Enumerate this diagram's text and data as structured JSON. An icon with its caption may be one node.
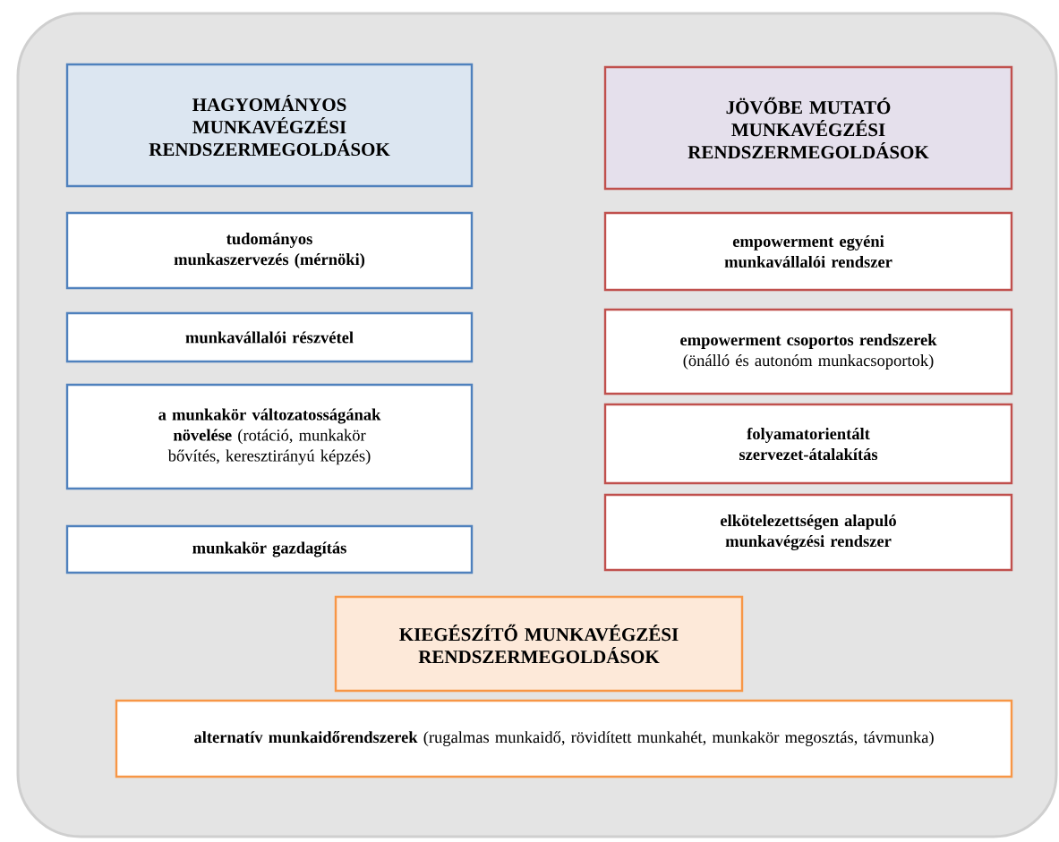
{
  "diagram": {
    "nodes": [
      {
        "text": [],
        "shape": "box"
      },
      {
        "text": [
          "HAGYOMÁNYOS MUNKAVÉGZÉSI RENDSZERMEGOLDÁSOK"
        ],
        "in": 0
      },
      {
        "text": [
          "tudományos munkaszervezés (mérnöki)"
        ],
        "in": 0
      },
      {
        "text": [
          "munkavállalói részvétel"
        ],
        "in": 0
      },
      {
        "text": [
          "**a munkakör változatosságának növelése** (rotáció, munkakör bővítés, keresztirányú képzés)"
        ],
        "in": 0
      },
      {
        "text": [
          "munkakör gazdagítás"
        ],
        "in": 0
      },
      {
        "text": [
          "JÖVŐBE MUTATÓ MUNKAVÉGZÉSI RENDSZERMEGOLDÁSOK"
        ],
        "in": 0
      },
      {
        "text": [
          "empowerment egyéni munkavállalói rendszer"
        ],
        "in": 0
      },
      {
        "text": [
          "**empowerment csoportos rendszerek** (önálló és autonóm munkacsoportok)"
        ],
        "in": 0
      },
      {
        "text": [
          "folyamatorientált szervezet-átalakítás"
        ],
        "in": 0
      },
      {
        "text": [
          "elkötelezettségen alapuló munkavégzési rendszer"
        ],
        "in": 0
      },
      {
        "text": [
          "KIEGÉSZÍTŐ MUNKAVÉGZÉSI RENDSZERMEGOLDÁSOK"
        ],
        "in": 0
      },
      {
        "text": [
          "**alternatív munkaidőrendszerek** (rugalmas munkaidő, rövidített munkahét, munkakör megosztás, távmunka)"
        ],
        "in": 0
      }
    ]
  }
}
